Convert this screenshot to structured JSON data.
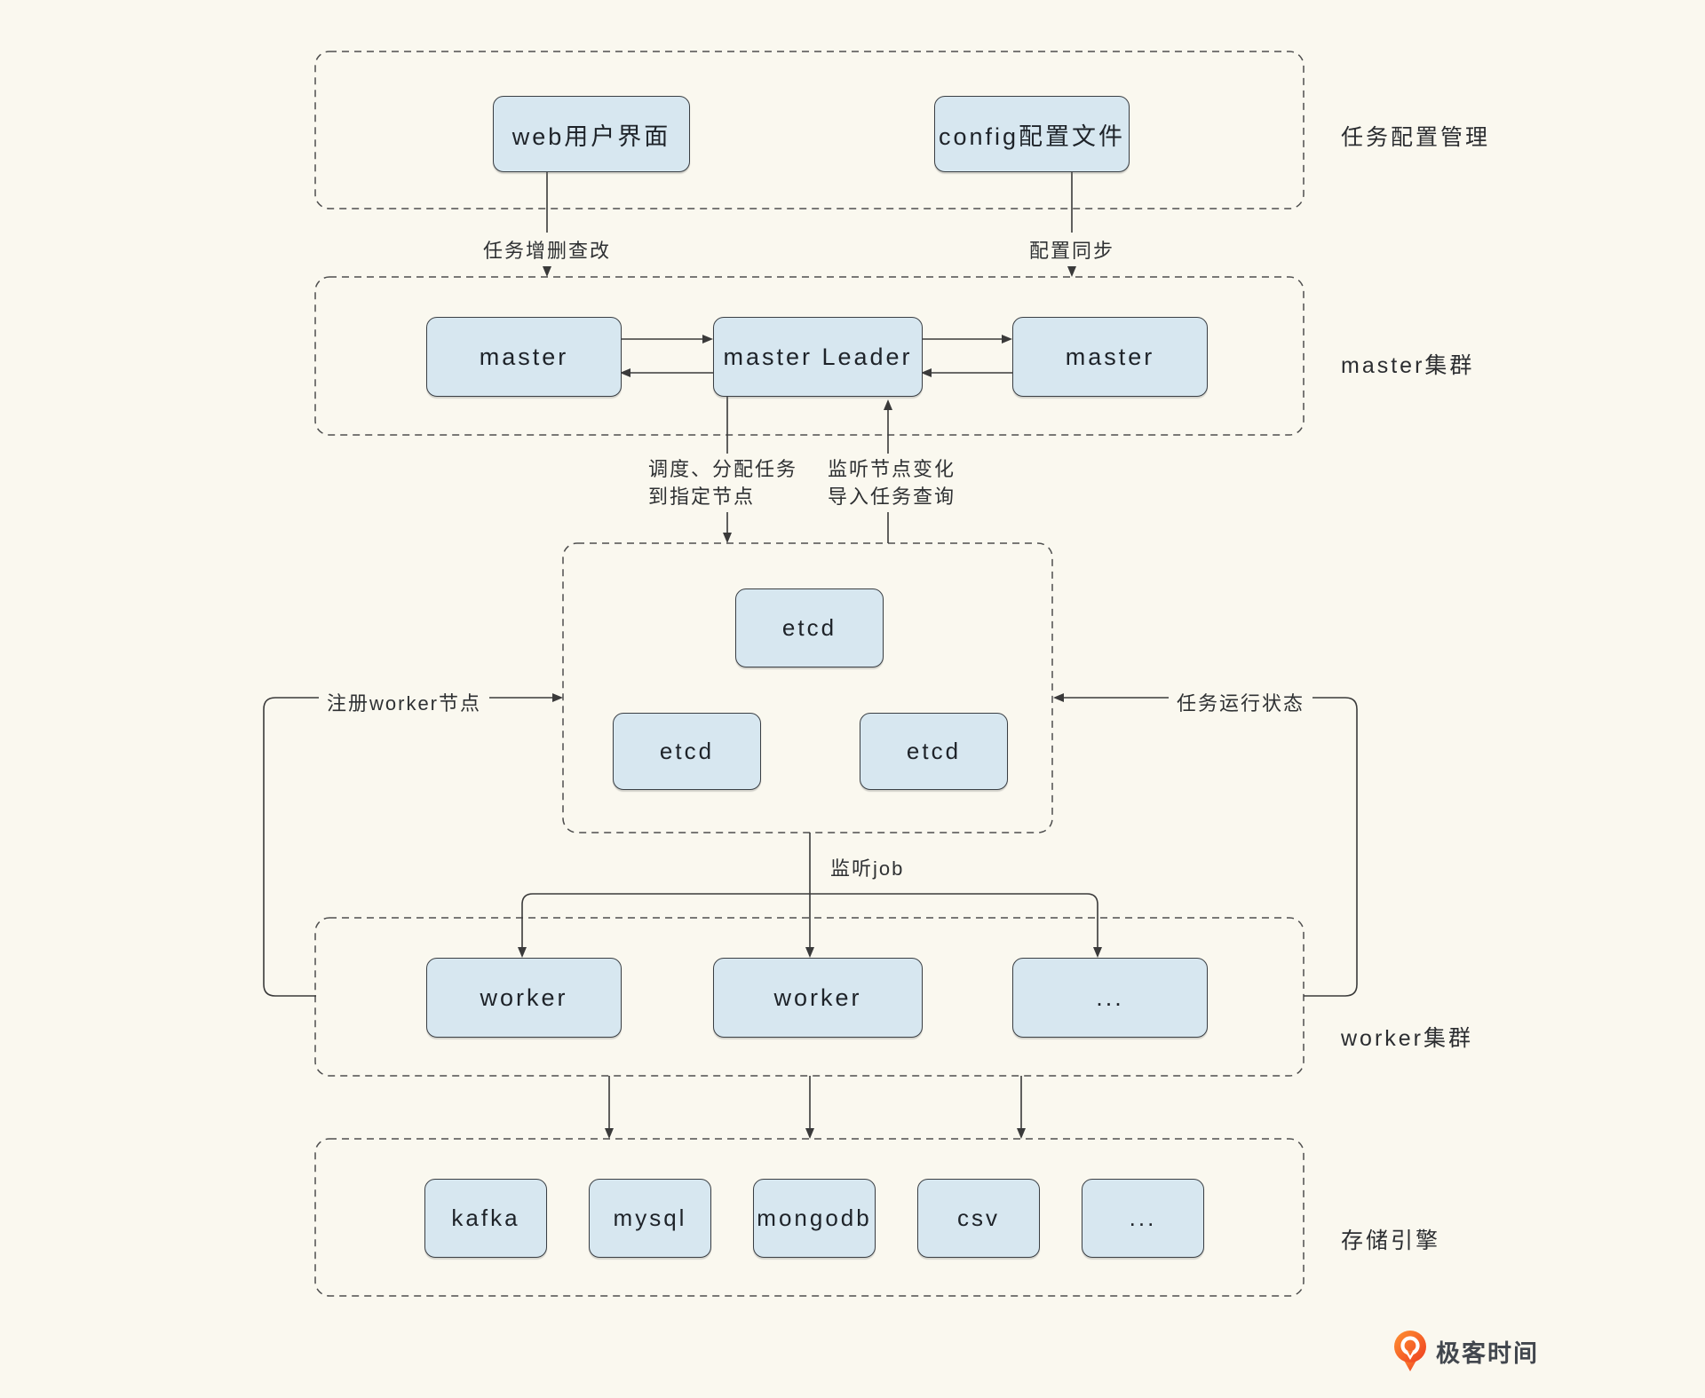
{
  "diagram": {
    "clusters": [
      {
        "id": "task-config",
        "label": "任务配置管理",
        "nodes": [
          "web用户界面",
          "config配置文件"
        ]
      },
      {
        "id": "master",
        "label": "master集群",
        "nodes": [
          "master",
          "master Leader",
          "master"
        ]
      },
      {
        "id": "etcd",
        "label": "",
        "nodes": [
          "etcd",
          "etcd",
          "etcd"
        ]
      },
      {
        "id": "worker",
        "label": "worker集群",
        "nodes": [
          "worker",
          "worker",
          "..."
        ]
      },
      {
        "id": "storage",
        "label": "存储引擎",
        "nodes": [
          "kafka",
          "mysql",
          "mongodb",
          "csv",
          "..."
        ]
      }
    ],
    "edges": {
      "task_crud": "任务增删查改",
      "config_sync": "配置同步",
      "dispatch_line1": "调度、分配任务",
      "dispatch_line2": "到指定节点",
      "watch_line1": "监听节点变化",
      "watch_line2": "导入任务查询",
      "register_worker": "注册worker节点",
      "task_status": "任务运行状态",
      "watch_job": "监听job"
    },
    "branding": {
      "logo_text": "极客时间"
    },
    "colors": {
      "background": "#faf8ef",
      "node_fill": "#d7e7f0",
      "node_border": "#3a3f44",
      "line": "#3a3a3a",
      "dash_border": "#4e4e4e",
      "logo_orange": "#f0511e"
    }
  }
}
